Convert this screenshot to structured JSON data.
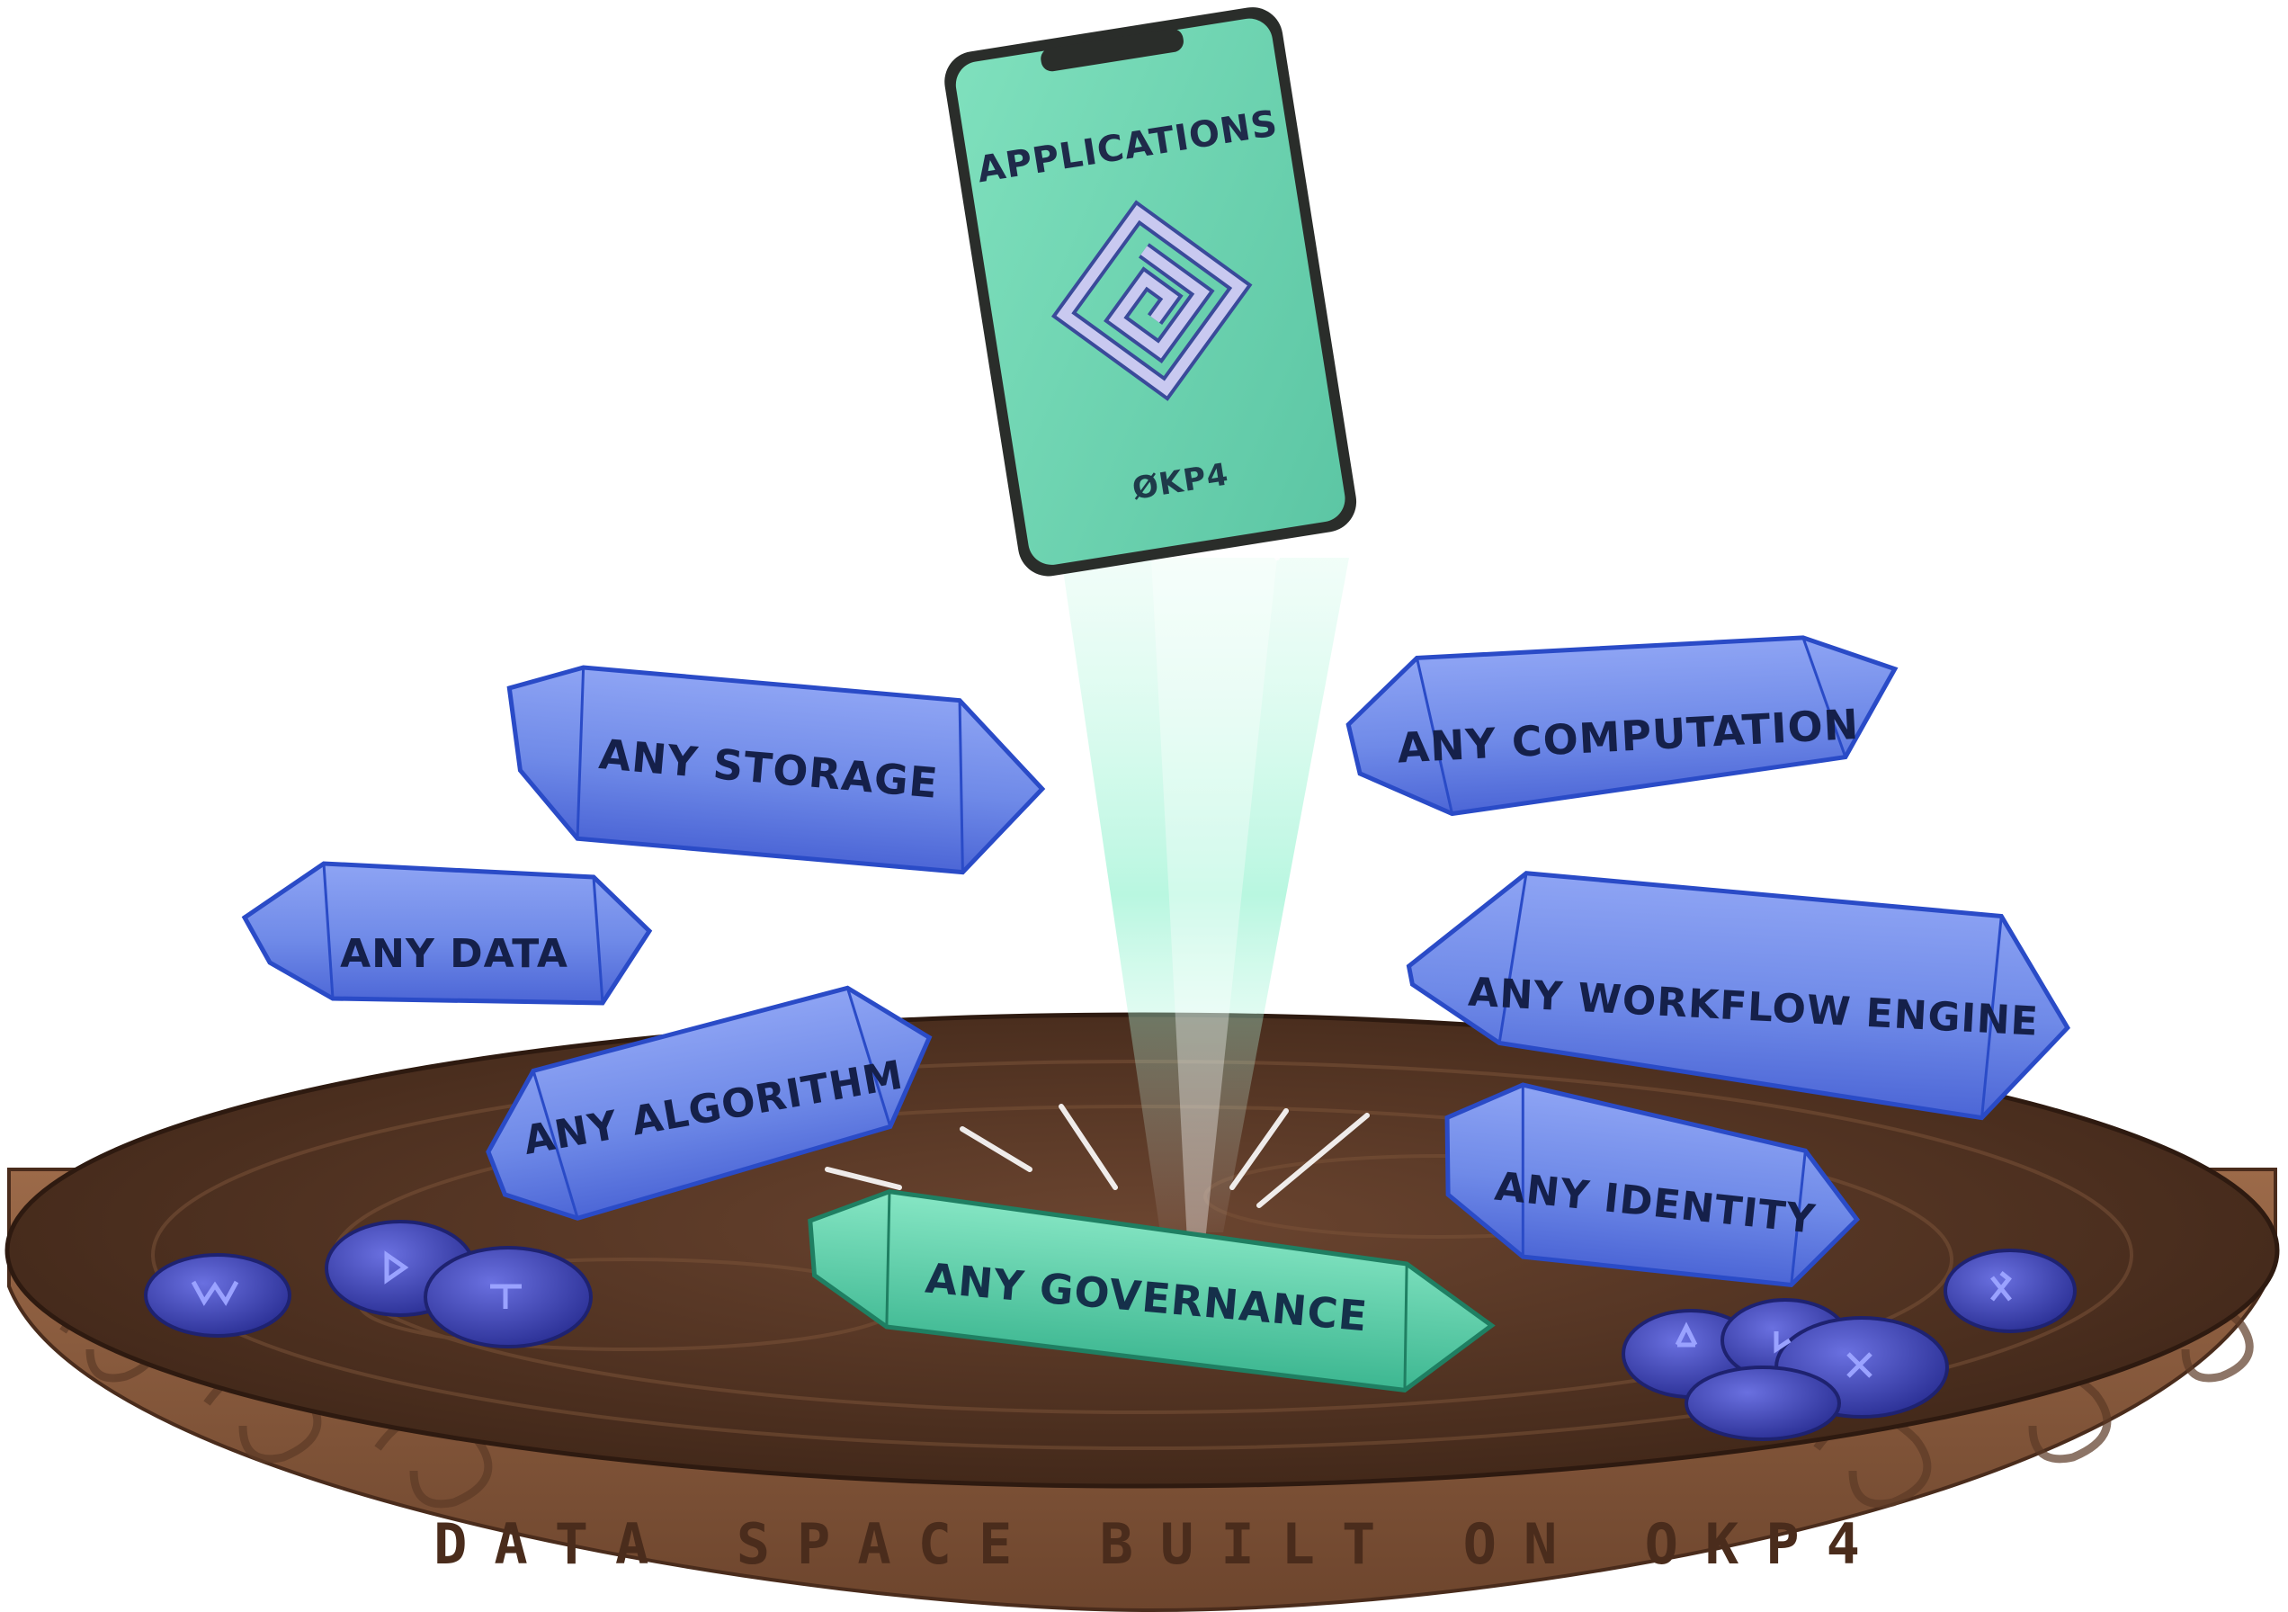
{
  "phone": {
    "title": "APPLICATIONS",
    "brand": "ØKP4",
    "logo_icon": "spiral-square-logo",
    "screen_color": "#6fd2ae"
  },
  "crystals": {
    "storage": "ANY STORAGE",
    "computation": "ANY COMPUTATION",
    "data": "ANY DATA",
    "workflow": "ANY WORKFLOW ENGINE",
    "algorithm": "ANY ALGORITHM",
    "identity": "ANY IDENTITY",
    "governance": "ANY GOVERNANCE"
  },
  "platform": {
    "rim_text": "DATA SPACE BUILT ON OKP4"
  },
  "colors": {
    "crystal_blue": "#5f7fe6",
    "crystal_green": "#4fc7a0",
    "platform_top": "#5a3a28",
    "platform_rim": "#8a5d40",
    "runestone": "#3a3fb5"
  }
}
